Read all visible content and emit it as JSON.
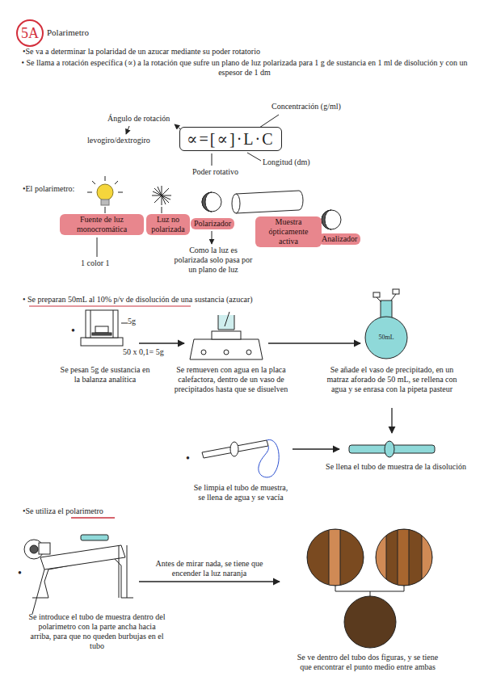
{
  "diagram": {
    "title": "Polarimetro",
    "nodes": [
      {
        "text": [
          "5A"
        ]
      },
      {
        "text": [
          "∝=[∝]·L·C"
        ]
      },
      {
        "text": [
          "Fuente de luz monocromática"
        ]
      },
      {
        "text": [
          "Luz no polarizada"
        ]
      },
      {
        "text": [
          "Polarizador"
        ]
      },
      {
        "text": [
          "Muestra ópticamente activa"
        ]
      },
      {
        "text": [
          "Analizador"
        ]
      }
    ],
    "labels": [
      "•Se va a determinar la polaridad de un azucar mediante su poder rotatorio",
      "• Se llama a rotación específica (∝) a la rotación que sufre un plano de luz polarizada para 1 g de sustancia en 1 ml de disolución y con un espesor de 1 dm",
      "Ángulo de rotación",
      "levogiro/dextrogiro",
      "Concentración (g/ml)",
      "Longitud (dm)",
      "Poder rotativo",
      "•El polarimetro:",
      "1 color 1",
      "Como la luz es polarizada solo pasa por un plano de luz",
      "• Se preparan 50mL al 10% p/v de disolución de una sustancia (azucar)",
      "•",
      "5g",
      "50 x 0,1= 5g",
      "Se pesan 5g de sustancia en la balanza analítica",
      "Se remueven con agua en la placa calefactora, dentro de un vaso de precipitados hasta que se disuelven",
      "50mL",
      "Se añade el vaso de precipitado, en un matraz aforado de 50 mL, se rellena con agua y se enrasa con la pipeta pasteur",
      "•",
      "Se limpia el tubo de muestra, se llena de agua y se vacía",
      "Se llena el tubo de muestra de la disolución",
      "•Se utiliza el polarimetro",
      "•",
      "Antes de mirar nada, se tiene que encender la luz naranja",
      "Se introduce el tubo de muestra dentro del polarimetro con la parte ancha hacia arriba, para que no queden burbujas en el tubo",
      "Se ve dentro del tubo dos figuras, y se tiene que encontrar el punto medio entre ambas"
    ]
  }
}
